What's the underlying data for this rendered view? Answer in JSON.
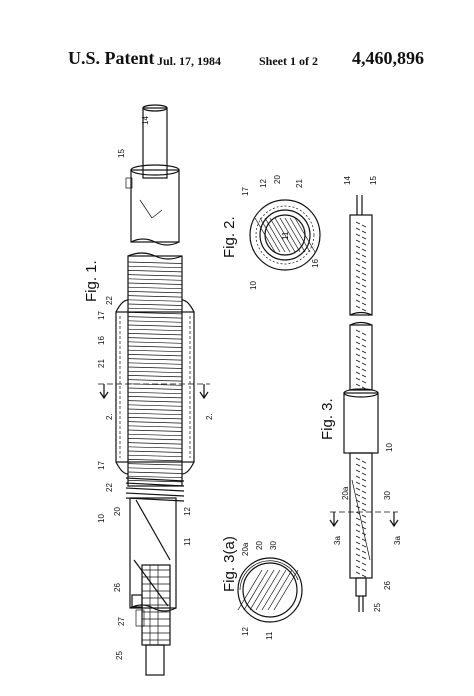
{
  "header": {
    "patent_label": "U.S. Patent",
    "date": "Jul. 17, 1984",
    "sheet": "Sheet 1 of 2",
    "patent_number": "4,460,896"
  },
  "figures": {
    "fig1": "Fig. 1.",
    "fig2": "Fig. 2.",
    "fig3": "Fig. 3.",
    "fig3a": "Fig. 3(a)"
  },
  "section_marks": {
    "mark_2": "2.",
    "mark_3a": "3a"
  },
  "reference_numerals": {
    "n10": "10",
    "n11": "11",
    "n12": "12",
    "n14": "14",
    "n15": "15",
    "n16": "16",
    "n17": "17",
    "n20": "20",
    "n20a": "20a",
    "n21": "21",
    "n22": "22",
    "n25": "25",
    "n26": "26",
    "n27": "27",
    "n30": "30"
  }
}
